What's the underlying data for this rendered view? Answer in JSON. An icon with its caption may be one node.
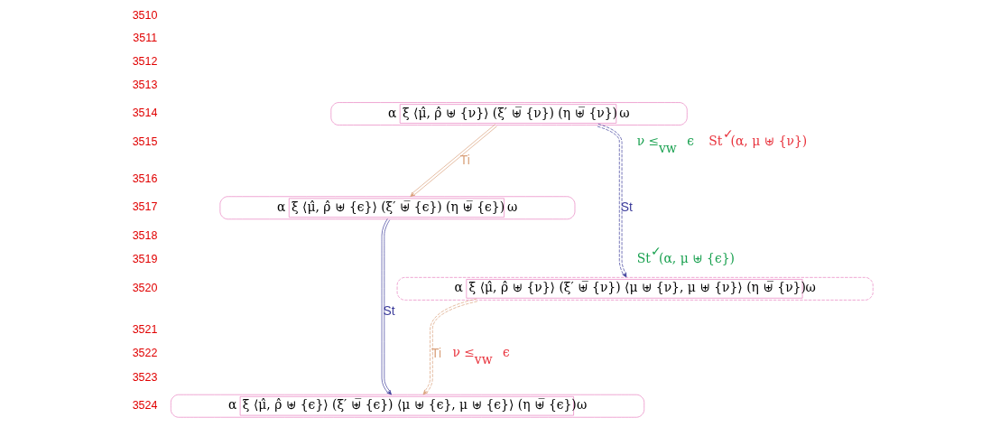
{
  "diagram": {
    "nodes": [
      {
        "text": [
          "α",
          "ξ ⟨μ̂, ρ̂ ⊎ {ν}⟩ (ξ′ ⊎̅ {ν}) (η ⊎̅ {ν})",
          "ω"
        ]
      },
      {
        "text": [
          "α",
          "ξ ⟨μ̂, ρ̂ ⊎ {ϵ}⟩ (ξ′ ⊎̅ {ϵ}) (η ⊎̅ {ϵ})",
          "ω"
        ]
      },
      {
        "text": [
          "α",
          "ξ ⟨μ̂, ρ̂ ⊎ {ν}⟩ (ξ′ ⊎̅ {ν}) ⟨μ ⊎ {ν}, μ ⊎ {ν}⟩ (η ⊎̅ {ν})",
          "ω"
        ]
      },
      {
        "text": [
          "α",
          "ξ ⟨μ̂, ρ̂ ⊎ {ϵ}⟩ (ξ′ ⊎̅ {ϵ}) ⟨μ ⊎ {ϵ}, μ ⊎ {ϵ}⟩ (η ⊎̅ {ϵ})",
          "ω"
        ]
      }
    ],
    "edges": [
      {
        "from": 0,
        "to": 1,
        "arrow": "to",
        "label": "Ti",
        "color": "#d9a07a"
      },
      {
        "from": 0,
        "to": 2,
        "arrow": "to",
        "label": "St",
        "style": "dashed",
        "color": "#3b3b9a"
      },
      {
        "from": 1,
        "to": 3,
        "arrow": "to",
        "label": "St",
        "color": "#3b3b9a"
      },
      {
        "from": 2,
        "to": 3,
        "arrow": "to",
        "label": "Ti",
        "style": "dashed",
        "color": "#d9a07a"
      }
    ],
    "labels": [
      "3510",
      "3511",
      "3512",
      "3513",
      "3514",
      "3515",
      "3516",
      "3517",
      "3518",
      "3519",
      "3520",
      "3521",
      "3522",
      "3523",
      "3524",
      "ν ≤$_{vw}$ ϵ",
      "St$^{✓}$(α, μ ⊎ {ν})",
      "St$^{✓}$(α, μ ⊎ {ϵ})",
      "ν ≤$_{vw}$ ϵ"
    ]
  }
}
